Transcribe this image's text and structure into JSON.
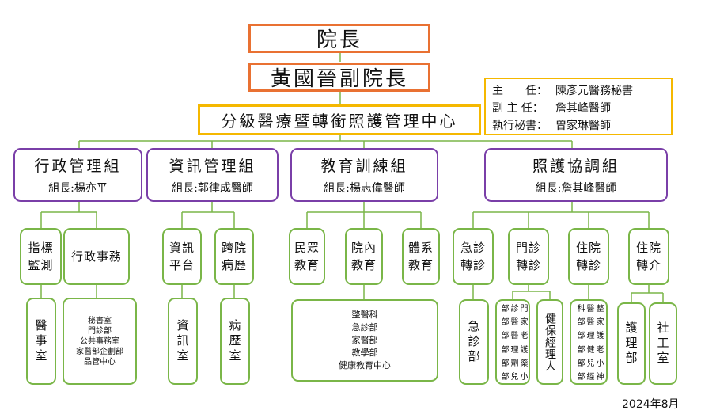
{
  "top": {
    "president": "院長",
    "vice_president": "黃國晉副院長",
    "center": "分級醫療暨轉銜照護管理中心"
  },
  "info": [
    {
      "role": "主　　任：",
      "name": "陳彥元醫務秘書"
    },
    {
      "role": "副 主 任：",
      "name": "詹其峰醫師"
    },
    {
      "role": "執行秘書：",
      "name": "曾家琳醫師"
    }
  ],
  "groups": [
    {
      "name": "行政管理組",
      "leader": "組長:楊亦平"
    },
    {
      "name": "資訊管理組",
      "leader": "組長:郭律成醫師"
    },
    {
      "name": "教育訓練組",
      "leader": "組長:楊志偉醫師"
    },
    {
      "name": "照護協調組",
      "leader": "組長:詹其峰醫師"
    }
  ],
  "units": {
    "admin_monitor": "指標\n監測",
    "admin_affairs": "行政事務",
    "info_platform": "資訊\n平台",
    "info_records": "跨院\n病歷",
    "edu_public": "民眾\n教育",
    "edu_internal": "院內\n教育",
    "edu_system": "體系\n教育",
    "care_er": "急診\n轉診",
    "care_opd": "門診\n轉診",
    "care_inpatient": "住院\n轉診",
    "care_transfer": "住院\n轉介"
  },
  "subunits": {
    "medical_affairs": "醫事室",
    "admin_list": [
      "秘書室",
      "門診部",
      "公共事務室",
      "家醫部企劃部",
      "品管中心"
    ],
    "info_office": "資訊室",
    "records_office": "病歷室",
    "edu_list": [
      "整醫科",
      "急診部",
      "家醫部",
      "教學部",
      "健康教育中心"
    ],
    "er_dept": "急診部",
    "opd_list": [
      "門診部",
      "家醫部",
      "老醫部",
      "護理部",
      "藥劑部",
      "小兒部"
    ],
    "health_manager": "健保經理人",
    "inpatient_list": [
      "整醫科",
      "家醫部",
      "護理部",
      "老健部",
      "小兒部",
      "神經部"
    ],
    "nursing_dept": "護理部",
    "social_work": "社工室"
  },
  "date": "2024年8月"
}
